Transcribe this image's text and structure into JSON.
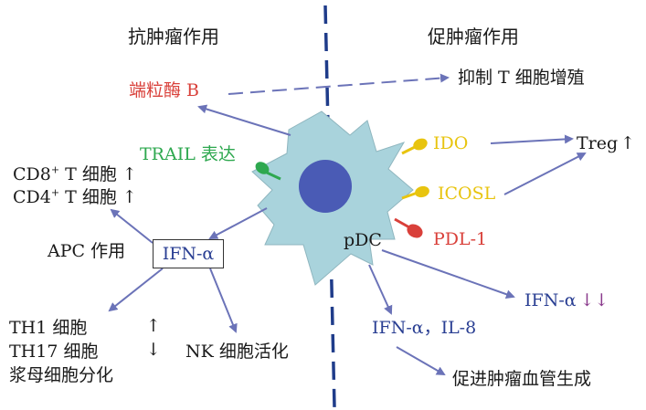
{
  "headers": {
    "left": "抗肿瘤作用",
    "right": "促肿瘤作用"
  },
  "cell": {
    "name": "pDC"
  },
  "left_labels": {
    "granzyme": "端粒酶 B",
    "trail": "TRAIL 表达",
    "cd8": "CD8",
    "cd8_sup": "+",
    "cd8_rest": " T 细胞",
    "cd4": "CD4",
    "cd4_sup": "+",
    "cd4_rest": " T 细胞",
    "apc": "APC 作用",
    "ifn_box": "IFN-α",
    "th1": "TH1 细胞",
    "th17": "TH17 细胞",
    "plasma": "浆母细胞分化",
    "nk": "NK 细胞活化"
  },
  "right_labels": {
    "inhibit_t": "抑制 T 细胞增殖",
    "ido": "IDO",
    "icosl": "ICOSL",
    "pdl1": "PDL-1",
    "treg": "Treg",
    "ifn_alpha_down": "IFN-α",
    "ifn_il8": "IFN-α，IL-8",
    "angiogenesis": "促进肿瘤血管生成"
  },
  "arrows": {
    "up": "↑",
    "down": "↓",
    "down_double": "↓↓"
  },
  "colors": {
    "arrow": "#6b73b8",
    "cell_fill": "#a9d3dc",
    "nucleus": "#4a5bb5",
    "divider": "#1f3c8a",
    "trail": "#2ea84f",
    "ido": "#e8c40f",
    "pdl1": "#d9403a"
  }
}
